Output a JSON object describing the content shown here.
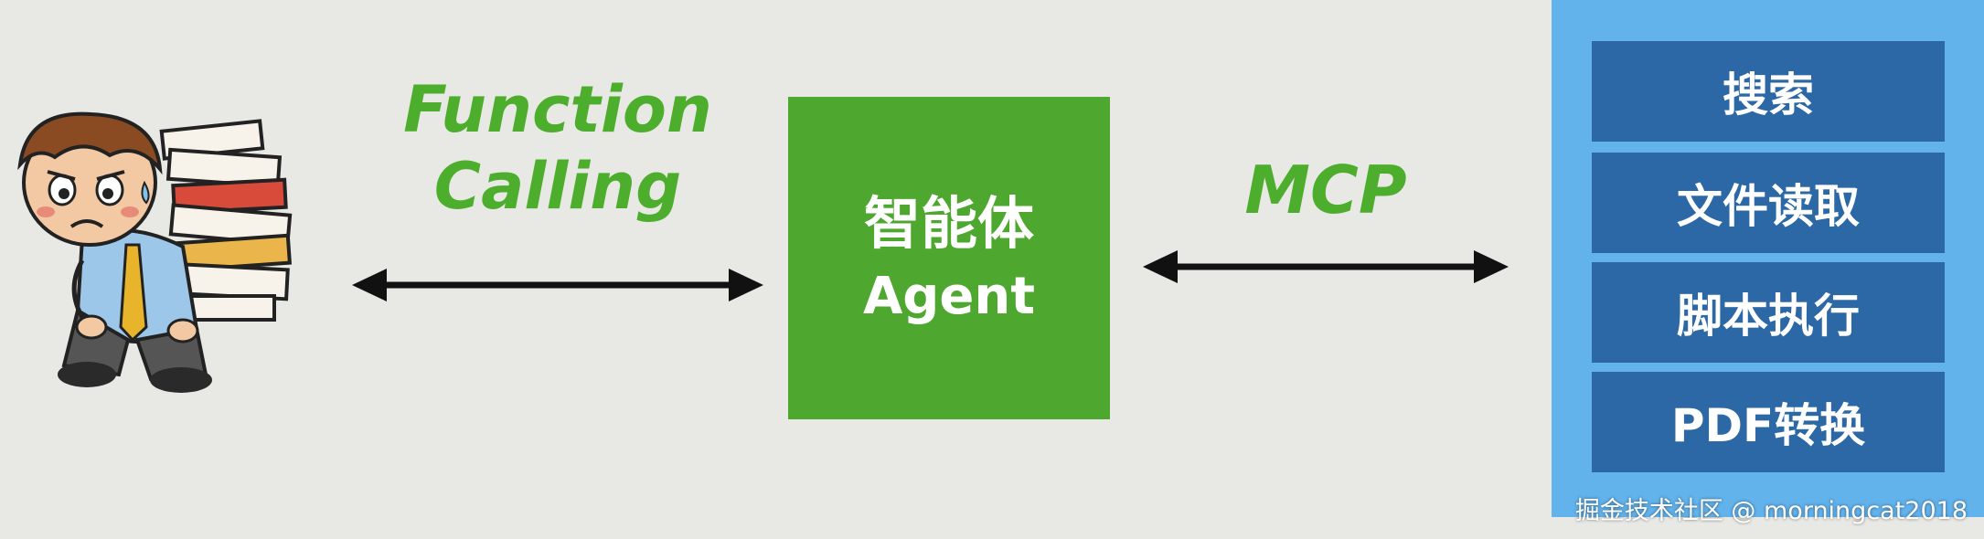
{
  "labels": {
    "function_calling": [
      "Function",
      "Calling"
    ],
    "mcp": "MCP"
  },
  "agent": {
    "title": "智能体",
    "subtitle": "Agent"
  },
  "tools": [
    "搜索",
    "文件读取",
    "脚本执行",
    "PDF转换"
  ],
  "watermark": "掘金技术社区 @ morningcat2018",
  "colors": {
    "background": "#e8e8e4",
    "green_text": "#4cae2c",
    "agent_green": "#4ea72e",
    "panel_blue": "#62b2ec",
    "tool_blue": "#2c68a6",
    "arrow": "#111111"
  },
  "icons": {
    "person": "stressed-worker-carrying-books-illustration"
  }
}
